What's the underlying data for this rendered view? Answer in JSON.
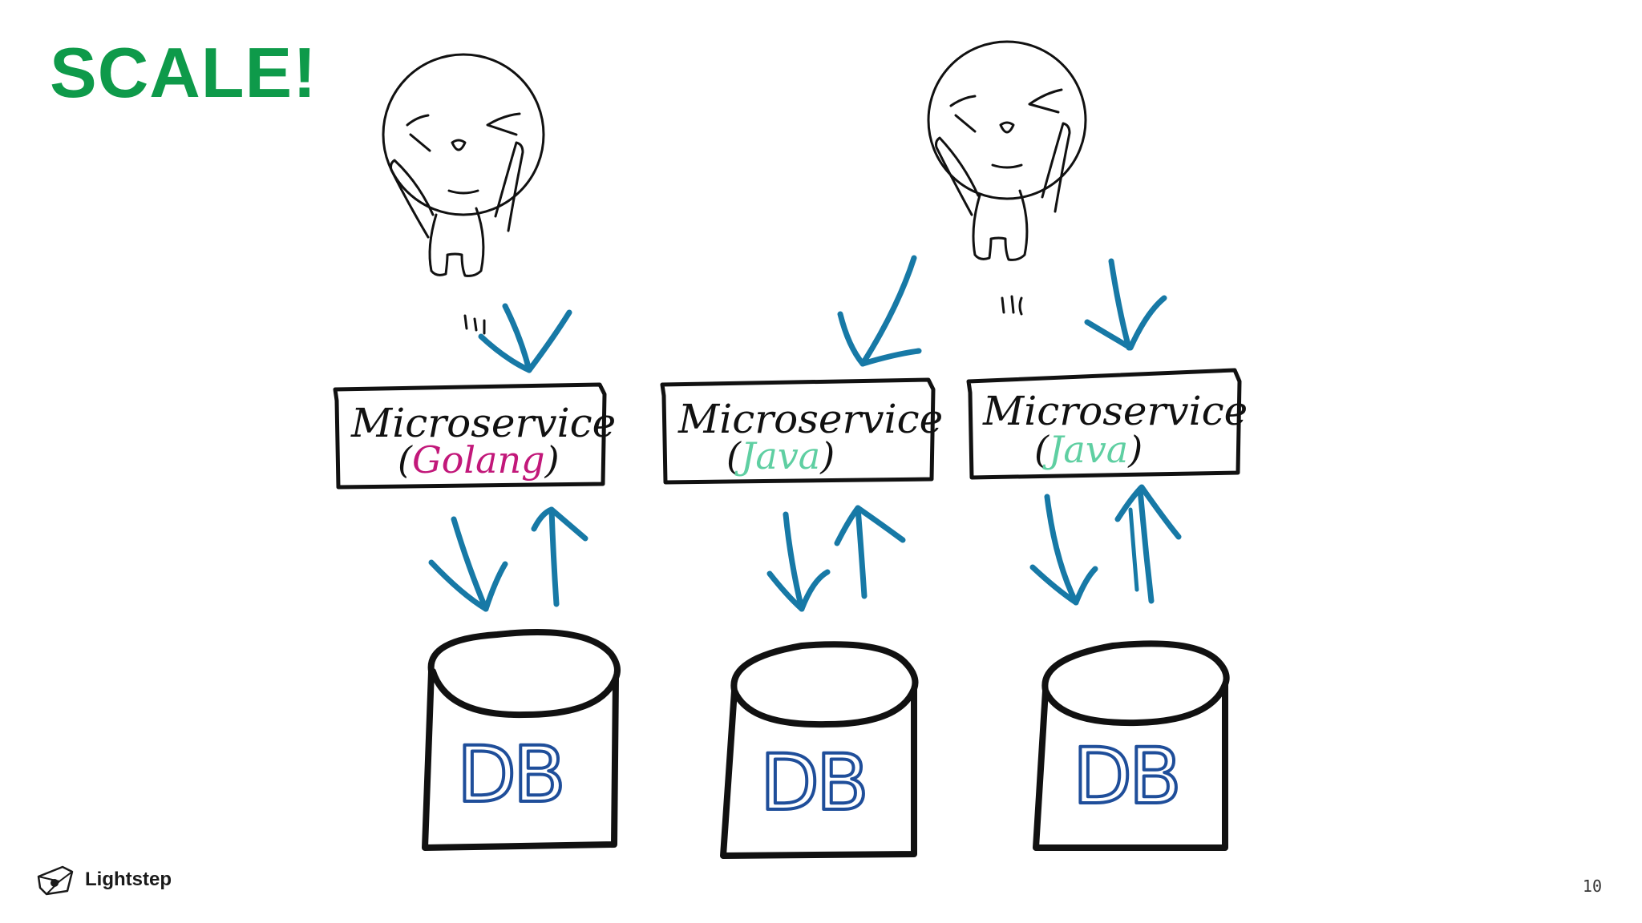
{
  "slide": {
    "title": "SCALE!",
    "page_number": "10",
    "brand": "Lightstep"
  },
  "diagram": {
    "services": [
      {
        "name": "Microservice",
        "language": "Golang",
        "paren_open": "(",
        "paren_close": ")",
        "language_color": "#c2187a"
      },
      {
        "name": "Microservice",
        "language": "Java",
        "paren_open": "(",
        "paren_close": ")",
        "language_color": "#5fcfa2"
      },
      {
        "name": "Microservice",
        "language": "Java",
        "paren_open": "(",
        "paren_close": ")",
        "language_color": "#5fcfa2"
      }
    ],
    "databases": [
      {
        "label": "DB"
      },
      {
        "label": "DB"
      },
      {
        "label": "DB"
      }
    ],
    "colors": {
      "arrow": "#1779a6",
      "db_text": "#1f4e9a",
      "outline": "#111111",
      "title": "#0e9a4a"
    }
  }
}
